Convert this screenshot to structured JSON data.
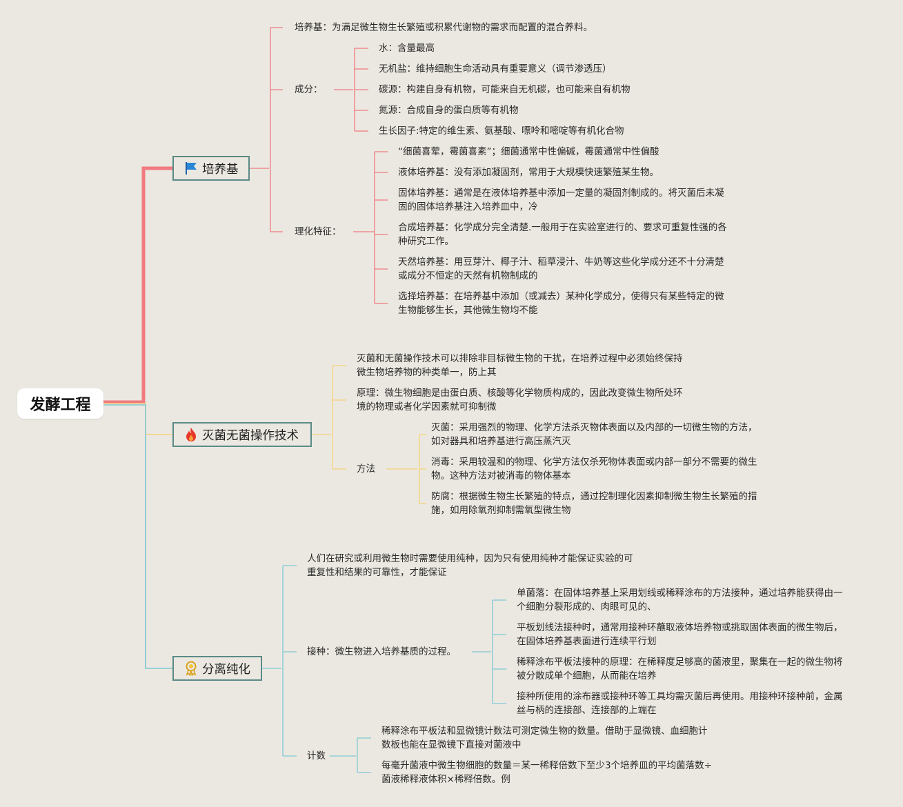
{
  "root": "发酵工程",
  "colors": {
    "b1": "#f07a80",
    "b2": "#f5d27a",
    "b3": "#7fc8d4",
    "border": "#5a8a86"
  },
  "b1": {
    "label": "培养基",
    "icon": "flag-icon",
    "def": "培养基：为满足微生物生长繁殖或积累代谢物的需求而配置的混合养料。",
    "comp_label": "成分：",
    "components": [
      "水：含量最高",
      "无机盐：维持细胞生命活动具有重要意义（调节渗透压）",
      "碳源：构建自身有机物，可能来自无机碳，也可能来自有机物",
      "氮源：合成自身的蛋白质等有机物",
      "生长因子:特定的维生素、氨基酸、嘌呤和嘧啶等有机化合物"
    ],
    "char_label": "理化特征：",
    "characteristics": [
      [
        "“细菌喜荤，霉菌喜素”；细菌通常中性偏碱，霉菌通常中性偏酸"
      ],
      [
        "液体培养基：没有添加凝固剂，常用于大规模快速繁殖某生物。"
      ],
      [
        "固体培养基：通常是在液体培养基中添加一定量的凝固剂制成的。将灭菌后未凝",
        "固的固体培养基注入培养皿中，冷"
      ],
      [
        "合成培养基：化学成分完全清楚.一般用于在实验室进行的、要求可重复性强的各",
        "种研究工作。"
      ],
      [
        "天然培养基：用豆芽汁、椰子汁、稻草浸汁、牛奶等这些化学成分还不十分清楚",
        "或成分不恒定的天然有机物制成的"
      ],
      [
        "选择培养基：在培养基中添加（或减去）某种化学成分，使得只有某些特定的微",
        "生物能够生长，其他微生物均不能"
      ]
    ]
  },
  "b2": {
    "label": "灭菌无菌操作技术",
    "icon": "fire-icon",
    "intro": [
      "灭菌和无菌操作技术可以排除非目标微生物的干扰，在培养过程中必须始终保持",
      "微生物培养物的种类单一，防上其"
    ],
    "principle": [
      "原理：微生物细胞是由蛋白质、核酸等化学物质构成的，因此改变微生物所处环",
      "境的物理或者化学因素就可抑制微"
    ],
    "method_label": "方法",
    "methods": [
      [
        "灭菌：采用强烈的物理、化学方法杀灭物体表面以及内部的一切微生物的方法，",
        "如对器具和培养基进行高压蒸汽灭"
      ],
      [
        "消毒：采用较温和的物理、化学方法仅杀死物体表面或内部一部分不需要的微生",
        "物。这种方法对被消毒的物体基本"
      ],
      [
        "防腐：根据微生物生长繁殖的特点，通过控制理化因素抑制微生物生长繁殖的措",
        "施，如用除氧剂抑制需氧型微生物"
      ]
    ]
  },
  "b3": {
    "label": "分离纯化",
    "icon": "award-icon",
    "intro": [
      "人们在研究或利用微生物时需要使用纯种，因为只有使用纯种才能保证实验的可",
      "重复性和结果的可靠性，才能保证"
    ],
    "inoc_label": "接种：微生物进入培养基质的过程。",
    "inoculation": [
      [
        "单菌落：在固体培养基上采用划线或稀释涂布的方法接种，通过培养能获得由一",
        "个细胞分裂形成的、肉眼可见的、"
      ],
      [
        "平板划线法接种时，通常用接种环蘸取液体培养物或挑取固体表面的微生物后，",
        "在固体培养基表面进行连续平行划"
      ],
      [
        "稀释涂布平板法接种的原理：在稀释度足够高的菌液里，聚集在一起的微生物将",
        "被分散成单个细胞，从而能在培养"
      ],
      [
        "接种所使用的涂布器或接种环等工具均需灭菌后再使用。用接种环接种前，金属",
        "丝与柄的连接部、连接部的上端在"
      ]
    ],
    "count_label": "计数",
    "counting": [
      [
        "稀释涂布平板法和显微镜计数法可测定微生物的数量。借助于显微镜、血细胞计",
        "数板也能在显微镜下直接对菌液中"
      ],
      [
        "每毫升菌液中微生物细胞的数量＝某一稀释倍数下至少3个培养皿的平均菌落数÷",
        "菌液稀释液体积×稀释倍数。例"
      ]
    ]
  }
}
